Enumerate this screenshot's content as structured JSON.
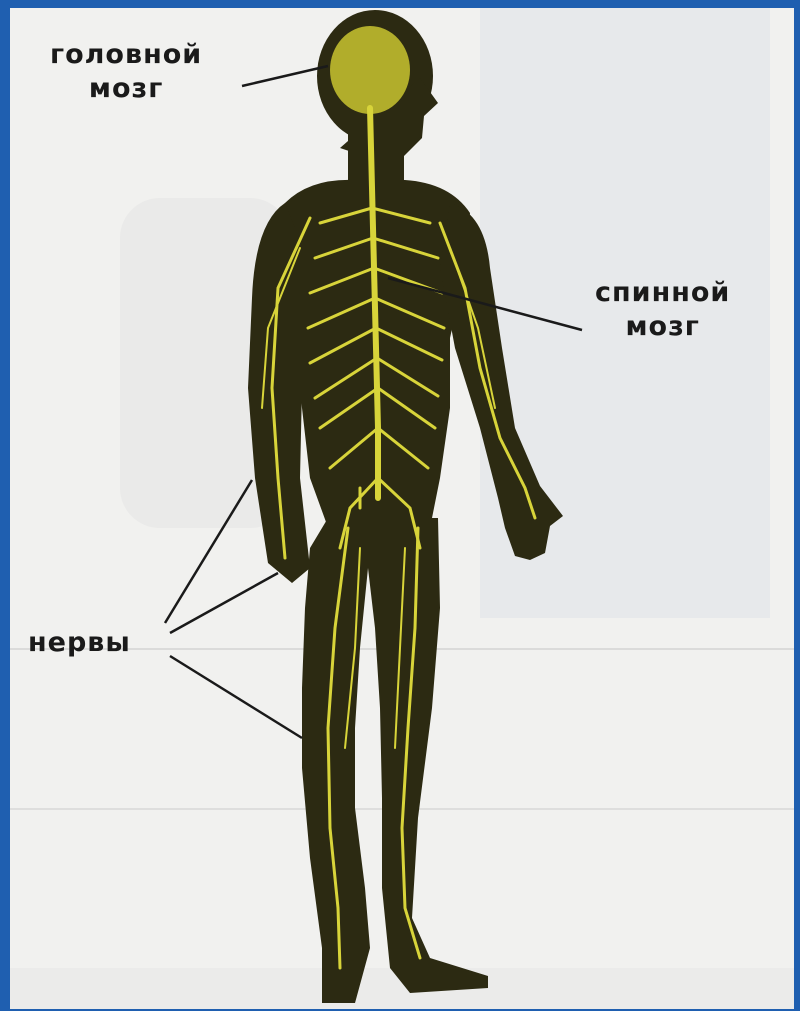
{
  "labels": {
    "brain": [
      "головной",
      "мозг"
    ],
    "spinal_cord": [
      "спинной",
      "мозг"
    ],
    "nerves": "нервы"
  },
  "colors": {
    "frame": "#1f5fb0",
    "paper": "#f1f1ef",
    "body": "#2c2a12",
    "nerve": "#d8d43a"
  }
}
